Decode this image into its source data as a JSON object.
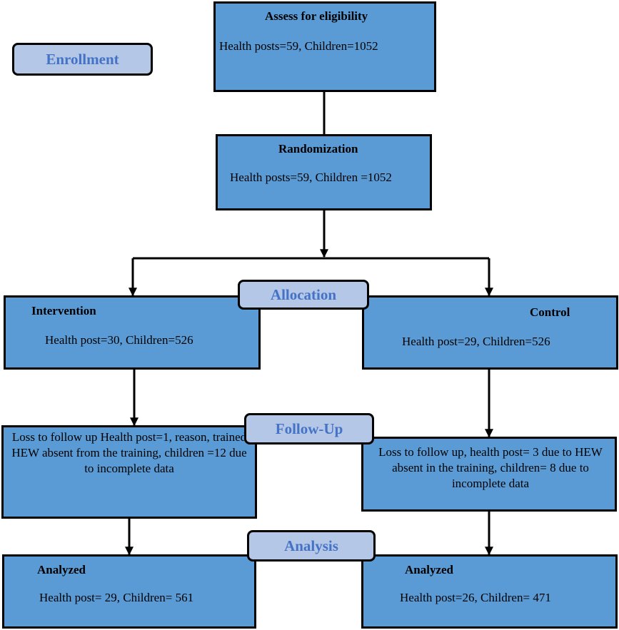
{
  "stages": {
    "enrollment": "Enrollment",
    "allocation": "Allocation",
    "follow_up": "Follow-Up",
    "analysis": "Analysis"
  },
  "eligibility": {
    "title": "Assess for eligibility",
    "detail": "Health posts=59, Children=1052"
  },
  "randomization": {
    "title": "Randomization",
    "detail": "Health posts=59, Children =1052"
  },
  "intervention": {
    "title": "Intervention",
    "detail": "Health post=30, Children=526",
    "loss": "Loss to follow up        Health post=1, reason, trained HEW absent from the training, children =12 due to incomplete data",
    "analyzed_title": "Analyzed",
    "analyzed_detail": "Health post= 29, Children= 561"
  },
  "control": {
    "title": "Control",
    "detail": "Health post=29, Children=526",
    "loss": "Loss to follow up,     health post= 3 due to HEW absent in the training, children= 8 due to incomplete data",
    "analyzed_title": "Analyzed",
    "analyzed_detail": "Health post=26, Children= 471"
  }
}
